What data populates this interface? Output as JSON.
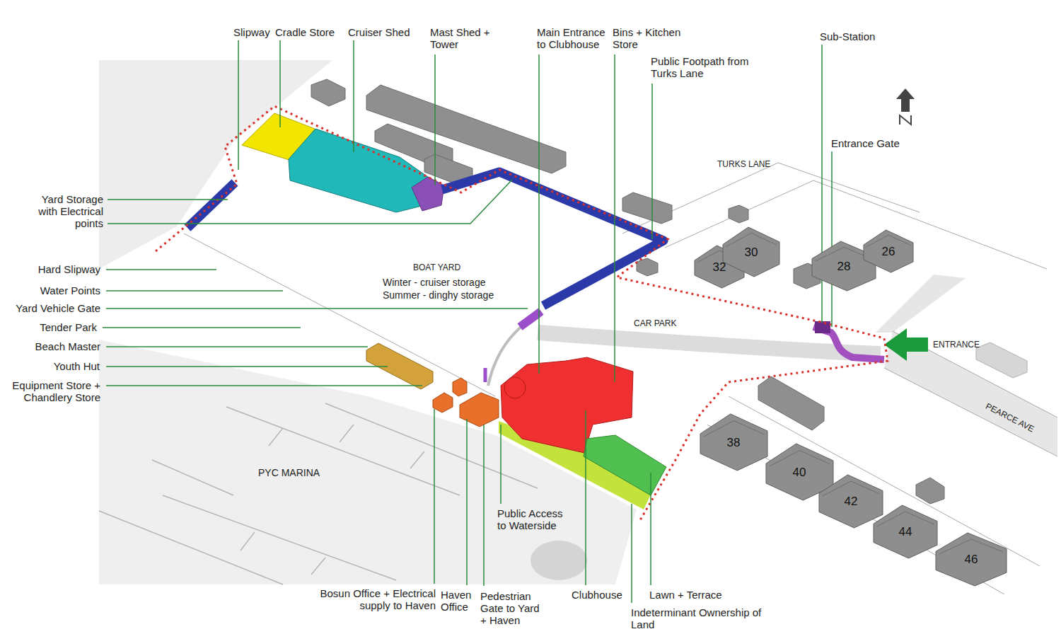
{
  "diagram": {
    "nodes": [
      {
        "text": [
          "32"
        ]
      },
      {
        "text": [
          "30"
        ]
      },
      {
        "text": [
          "28"
        ]
      },
      {
        "text": [
          "26"
        ]
      },
      {
        "text": [
          "38"
        ]
      },
      {
        "text": [
          "40"
        ]
      },
      {
        "text": [
          "42"
        ]
      },
      {
        "text": [
          "44"
        ]
      },
      {
        "text": [
          "46"
        ]
      }
    ],
    "labels": [
      "Slipway",
      "Cradle Store",
      "Cruiser Shed",
      "Mast Shed + Tower",
      "Main Entrance to Clubhouse",
      "Bins + Kitchen Store",
      "Public Footpath from Turks Lane",
      "Sub-Station",
      "Entrance Gate",
      "TURKS LANE",
      "Yard Storage with Electrical points",
      "Hard Slipway",
      "Water Points",
      "Yard Vehicle Gate",
      "Tender Park",
      "Beach Master",
      "Youth Hut",
      "Equipment Store + Chandlery Store",
      "BOAT YARD",
      "Winter - cruiser storage",
      "Summer - dinghy storage",
      "CAR PARK",
      "ENTRANCE",
      "PEARCE AVE",
      "PYC MARINA",
      "Public Access to Waterside",
      "Bosun Office + Electrical supply to Haven",
      "Haven Office",
      "Pedestrian Gate to Yard + Haven",
      "Clubhouse",
      "Lawn + Terrace",
      "Indeterminant Ownership of Land"
    ]
  }
}
